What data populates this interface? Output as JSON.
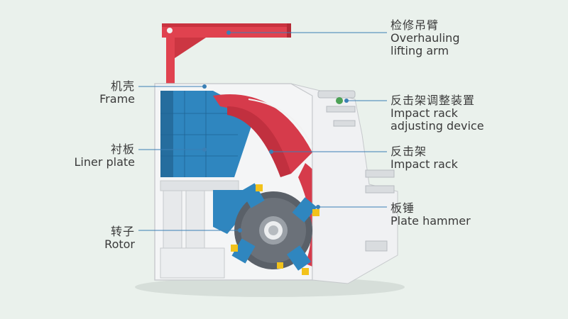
{
  "labels": {
    "arm": {
      "zh": "检修吊臂",
      "en1": "Overhauling",
      "en2": "lifting arm"
    },
    "rackadj": {
      "zh": "反击架调整装置",
      "en1": "Impact rack",
      "en2": "adjusting device"
    },
    "rack": {
      "zh": "反击架",
      "en1": "Impact rack"
    },
    "hammer": {
      "zh": "板锤",
      "en1": "Plate hammer"
    },
    "frame": {
      "zh": "机壳",
      "en1": "Frame"
    },
    "liner": {
      "zh": "衬板",
      "en1": "Liner plate"
    },
    "rotor": {
      "zh": "转子",
      "en1": "Rotor"
    }
  },
  "colors": {
    "background": "#eaf1ec",
    "arm": "#e0424f",
    "frame": "#f4f5f6",
    "liner": "#2f86bf",
    "rack": "#d63b4b",
    "rotor": "#5a6068",
    "hammer_tip": "#f2c21b",
    "leader": "#3a7fb5"
  }
}
